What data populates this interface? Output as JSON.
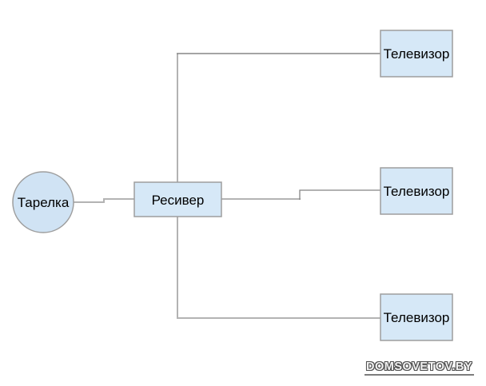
{
  "diagram": {
    "title": "satellite-dish-to-receiver-to-tvs-scheme",
    "nodes": {
      "dish": {
        "label": "Тарелка",
        "shape": "circle"
      },
      "receiver": {
        "label": "Ресивер",
        "shape": "rect"
      },
      "tv_top": {
        "label": "Телевизор",
        "shape": "rect"
      },
      "tv_middle": {
        "label": "Телевизор",
        "shape": "rect"
      },
      "tv_bottom": {
        "label": "Телевизор",
        "shape": "rect"
      }
    },
    "edges": [
      {
        "from": "dish",
        "to": "receiver"
      },
      {
        "from": "receiver",
        "to": "tv_top"
      },
      {
        "from": "receiver",
        "to": "tv_middle"
      },
      {
        "from": "receiver",
        "to": "tv_bottom"
      }
    ],
    "colors": {
      "background": "#ffffff",
      "node_fill": "#d6e8f7",
      "circle_fill": "#d0e3f4",
      "node_border": "#9e9e9e",
      "connector_light": "#b3b3b3",
      "connector_dark": "#858585",
      "label_text": "#000000"
    }
  },
  "watermark": {
    "text": "DOMSOVETOV.BY"
  }
}
